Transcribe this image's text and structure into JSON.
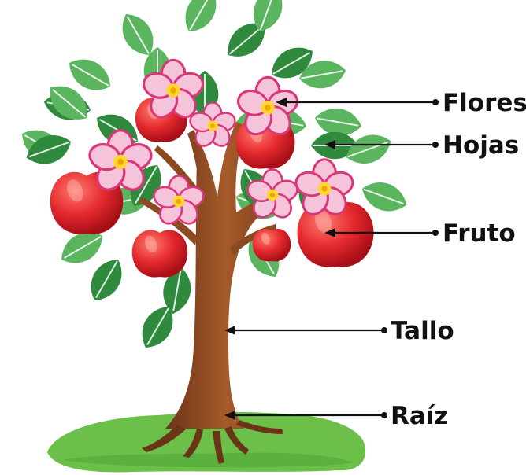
{
  "labels": {
    "flores": "Flores",
    "hojas": "Hojas",
    "fruto": "Fruto",
    "tallo": "Tallo",
    "raiz": "Raíz"
  },
  "colors": {
    "leaf_light": "#5ab55e",
    "leaf_dark": "#2f8a3e",
    "apple": "#e52a2e",
    "trunk": "#8b4a22",
    "grass": "#6cc04a",
    "petal": "#f6c4da",
    "flower_center": "#ffd62e",
    "arrow": "#111111"
  }
}
